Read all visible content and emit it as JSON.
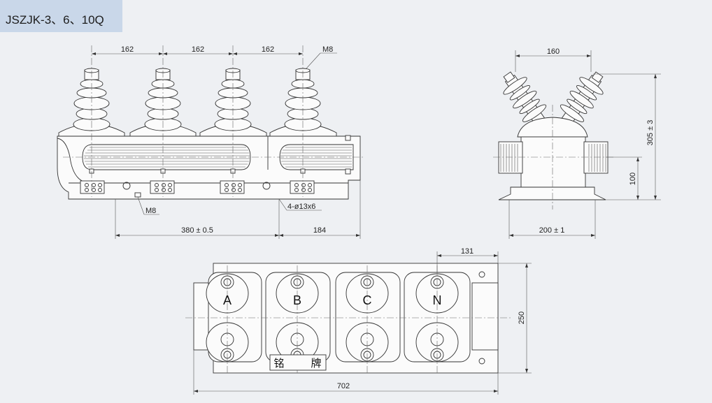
{
  "title": "JSZJK-3、6、10Q",
  "front_view": {
    "dim_pitch": [
      "162",
      "162",
      "162"
    ],
    "bolt_label_top": "M8",
    "bolt_label_bottom": "M8",
    "mount_holes": "4-ø13x6",
    "dim_base_left": "380 ± 0.5",
    "dim_base_right": "184"
  },
  "side_view": {
    "dim_top": "160",
    "dim_height": "305 ± 3",
    "dim_mid": "100",
    "dim_base": "200 ± 1"
  },
  "top_view": {
    "phases": [
      "A",
      "B",
      "C",
      "N"
    ],
    "dim_offset": "131",
    "dim_depth": "250",
    "dim_length": "702",
    "nameplate": [
      "铭",
      "牌"
    ]
  }
}
